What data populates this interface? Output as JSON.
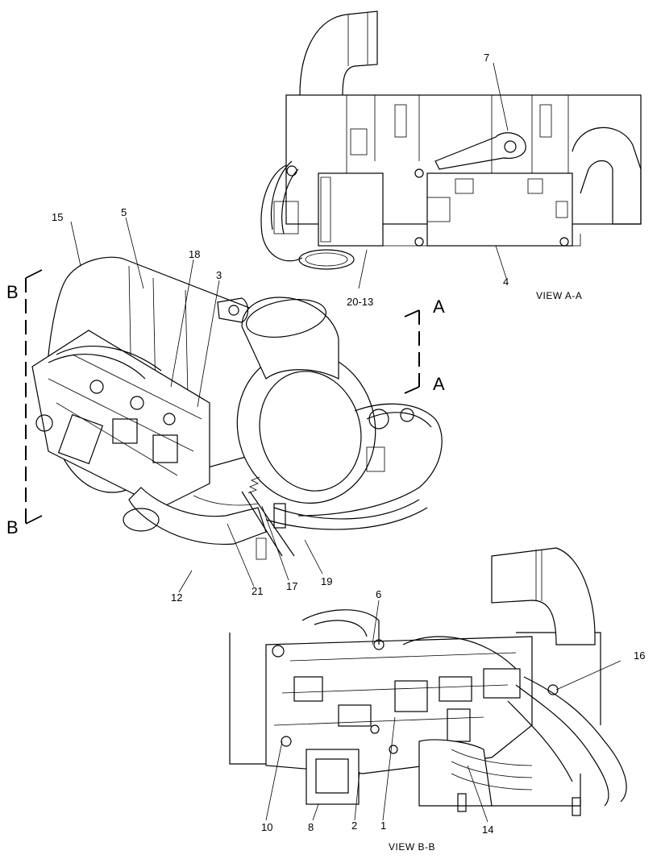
{
  "callouts": {
    "c1": "1",
    "c2": "2",
    "c3": "3",
    "c4": "4",
    "c5": "5",
    "c6": "6",
    "c7": "7",
    "c8": "8",
    "c10": "10",
    "c12": "12",
    "c14": "14",
    "c15": "15",
    "c16": "16",
    "c17": "17",
    "c18": "18",
    "c19": "19",
    "c20_13": "20-13",
    "c21": "21"
  },
  "views": {
    "view_aa": "VIEW A-A",
    "view_bb": "VIEW B-B"
  },
  "section_marks": {
    "a_top": "A",
    "a_bottom": "A",
    "b_top": "B",
    "b_bottom": "B"
  }
}
